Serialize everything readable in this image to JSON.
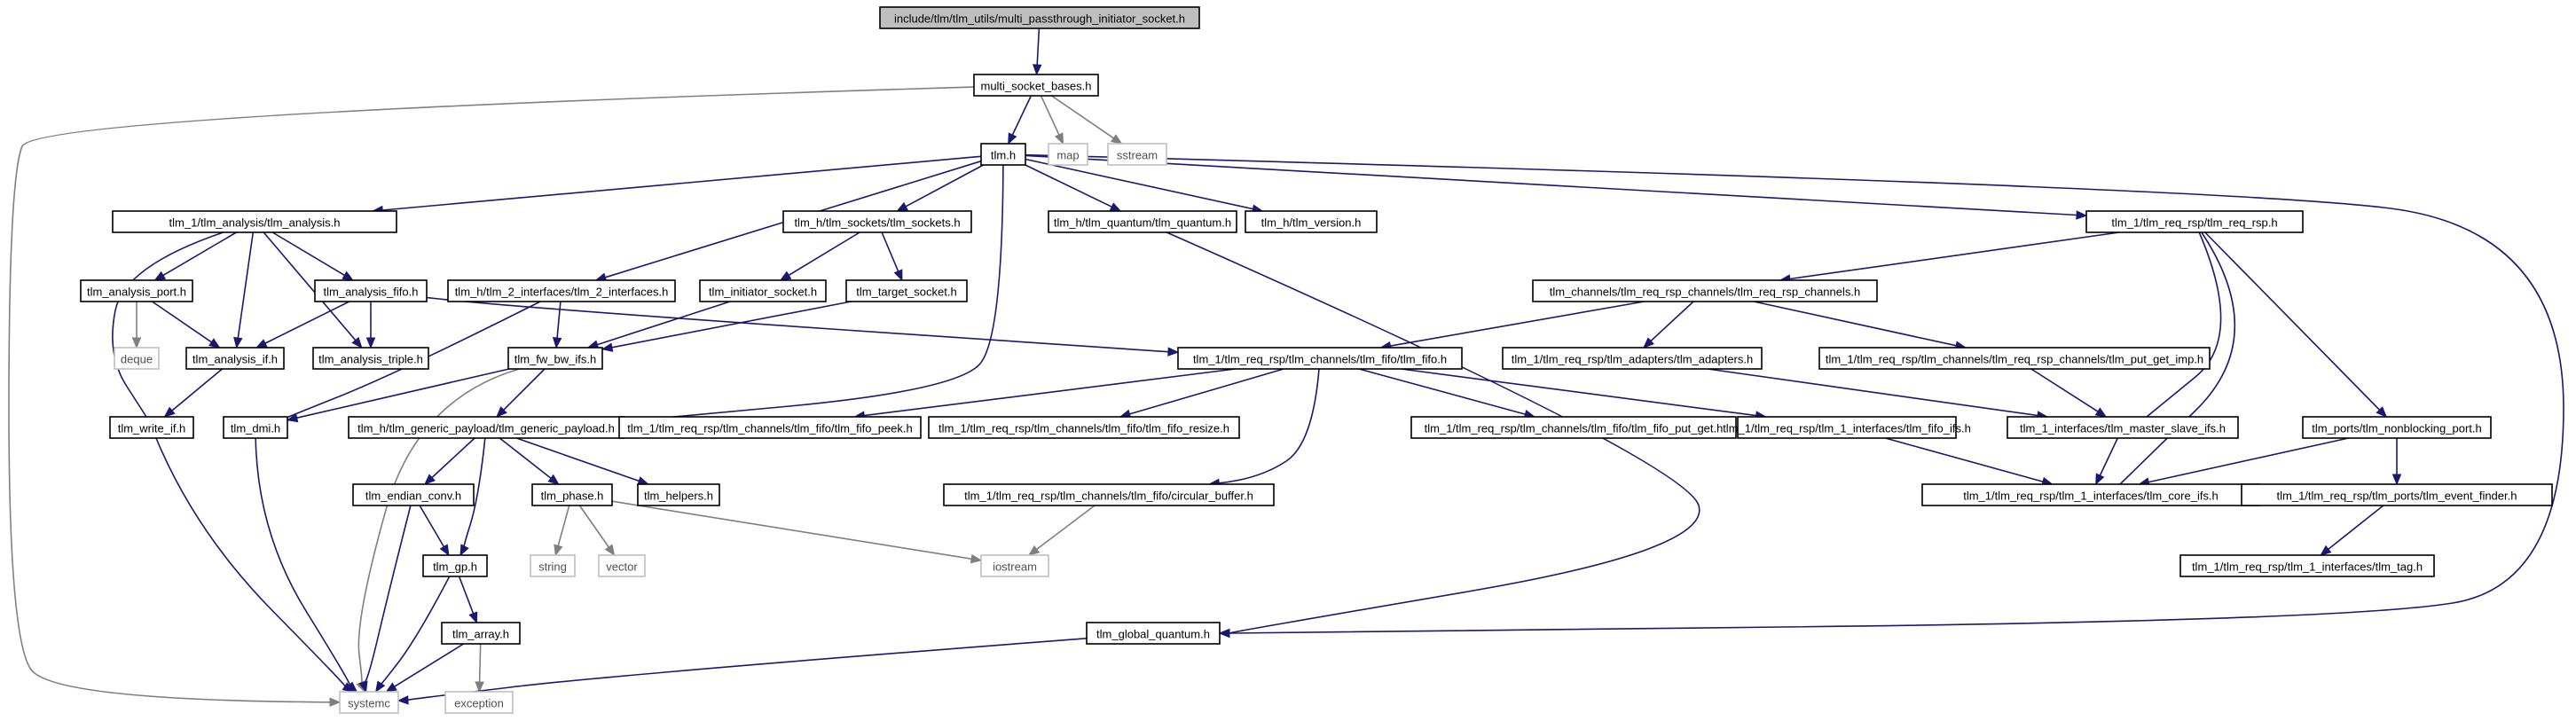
{
  "nodes": {
    "root": "include/tlm/tlm_utils/multi_passthrough_initiator_socket.h",
    "msb": "multi_socket_bases.h",
    "tlm": "tlm.h",
    "map": "map",
    "sstream": "sstream",
    "analysis": "tlm_1/tlm_analysis/tlm_analysis.h",
    "sockets": "tlm_h/tlm_sockets/tlm_sockets.h",
    "quantum": "tlm_h/tlm_quantum/tlm_quantum.h",
    "version": "tlm_h/tlm_version.h",
    "reqrsp": "tlm_1/tlm_req_rsp/tlm_req_rsp.h",
    "aport": "tlm_analysis_port.h",
    "afifo": "tlm_analysis_fifo.h",
    "ifs2": "tlm_h/tlm_2_interfaces/tlm_2_interfaces.h",
    "isock": "tlm_initiator_socket.h",
    "tsock": "tlm_target_socket.h",
    "rrchan": "tlm_channels/tlm_req_rsp_channels/tlm_req_rsp_channels.h",
    "deque": "deque",
    "aif": "tlm_analysis_if.h",
    "atriple": "tlm_analysis_triple.h",
    "fwbw": "tlm_fw_bw_ifs.h",
    "fifo": "tlm_1/tlm_req_rsp/tlm_channels/tlm_fifo/tlm_fifo.h",
    "adapters": "tlm_1/tlm_req_rsp/tlm_adapters/tlm_adapters.h",
    "putget": "tlm_1/tlm_req_rsp/tlm_channels/tlm_req_rsp_channels/tlm_put_get_imp.h",
    "writeif": "tlm_write_if.h",
    "dmi": "tlm_dmi.h",
    "gp": "tlm_h/tlm_generic_payload/tlm_generic_payload.h",
    "peek": "tlm_1/tlm_req_rsp/tlm_channels/tlm_fifo/tlm_fifo_peek.h",
    "resize": "tlm_1/tlm_req_rsp/tlm_channels/tlm_fifo/tlm_fifo_resize.h",
    "fputget": "tlm_1/tlm_req_rsp/tlm_channels/tlm_fifo/tlm_fifo_put_get.h",
    "fifoifs": "tlm_1/tlm_req_rsp/tlm_1_interfaces/tlm_fifo_ifs.h",
    "msifs": "tlm_1_interfaces/tlm_master_slave_ifs.h",
    "nbport": "tlm_ports/tlm_nonblocking_port.h",
    "endian": "tlm_endian_conv.h",
    "phase": "tlm_phase.h",
    "helpers": "tlm_helpers.h",
    "cbuf": "tlm_1/tlm_req_rsp/tlm_channels/tlm_fifo/circular_buffer.h",
    "coreifs": "tlm_1/tlm_req_rsp/tlm_1_interfaces/tlm_core_ifs.h",
    "evfinder": "tlm_1/tlm_req_rsp/tlm_ports/tlm_event_finder.h",
    "string": "string",
    "vector": "vector",
    "iostream": "iostream",
    "tag": "tlm_1/tlm_req_rsp/tlm_1_interfaces/tlm_tag.h",
    "tgp": "tlm_gp.h",
    "array": "tlm_array.h",
    "gq": "tlm_global_quantum.h",
    "systemc": "systemc",
    "exception": "exception"
  }
}
